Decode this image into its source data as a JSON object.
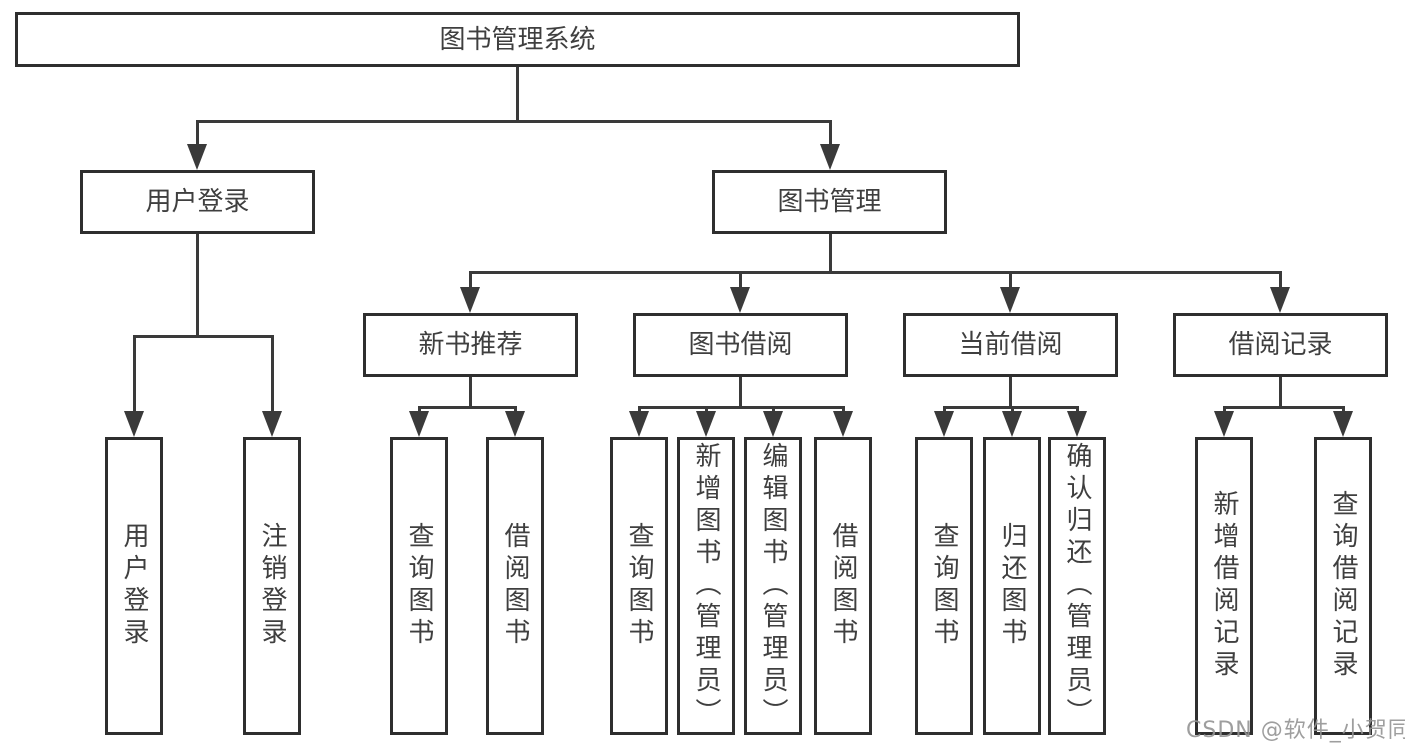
{
  "nodes": {
    "root": {
      "label": "图书管理系统"
    },
    "login": {
      "label": "用户登录",
      "children": [
        {
          "label": "用户登录"
        },
        {
          "label": "注销登录"
        }
      ]
    },
    "mgmt": {
      "label": "图书管理",
      "groups": [
        {
          "label": "新书推荐",
          "children": [
            {
              "label": "查询图书"
            },
            {
              "label": "借阅图书"
            }
          ]
        },
        {
          "label": "图书借阅",
          "children": [
            {
              "label": "查询图书"
            },
            {
              "label": "新增图书（管理员）"
            },
            {
              "label": "编辑图书（管理员）"
            },
            {
              "label": "借阅图书"
            }
          ]
        },
        {
          "label": "当前借阅",
          "children": [
            {
              "label": "查询图书"
            },
            {
              "label": "归还图书"
            },
            {
              "label": "确认归还（管理员）"
            }
          ]
        },
        {
          "label": "借阅记录",
          "children": [
            {
              "label": "新增借阅记录"
            },
            {
              "label": "查询借阅记录"
            }
          ]
        }
      ]
    }
  },
  "watermark": {
    "text": "CSDN @软件_小贺同学"
  },
  "colors": {
    "line": "#3a3a3a",
    "box_border": "#2e2e2e",
    "text": "#3f3f3f",
    "watermark": "#949494",
    "background": "#ffffff"
  }
}
